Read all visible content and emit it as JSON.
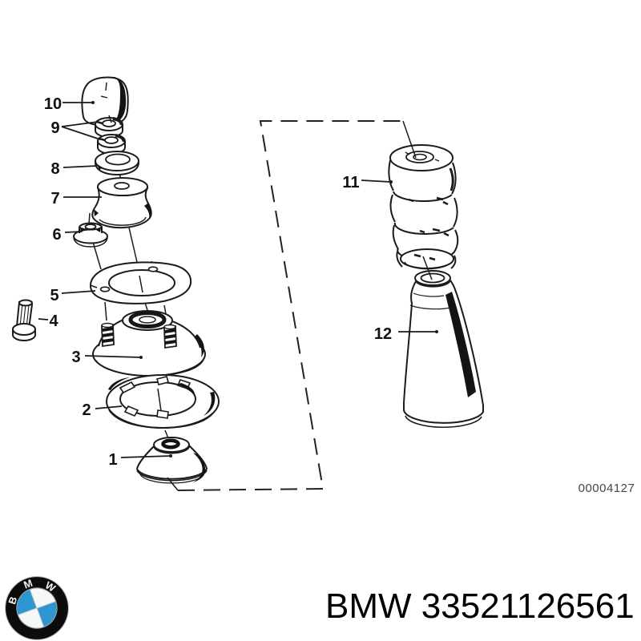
{
  "page": {
    "type": "exploded-parts-diagram",
    "background": "#ffffff",
    "ink": "#1b1b1b"
  },
  "diagram": {
    "drawing_number": "00004127",
    "callouts": {
      "c1": {
        "label": "1"
      },
      "c2": {
        "label": "2"
      },
      "c3": {
        "label": "3"
      },
      "c4": {
        "label": "4"
      },
      "c5": {
        "label": "5"
      },
      "c6": {
        "label": "6"
      },
      "c7": {
        "label": "7"
      },
      "c8": {
        "label": "8"
      },
      "c9": {
        "label": "9"
      },
      "c10": {
        "label": "10"
      },
      "c11": {
        "label": "11"
      },
      "c12": {
        "label": "12"
      }
    }
  },
  "footer": {
    "brand": "BMW",
    "part_number": "33521126561",
    "logo": {
      "icon": "bmw-roundel-icon",
      "letters": [
        "B",
        "M",
        "W"
      ],
      "colors": {
        "blue": "#2e96cf",
        "dark": "#0c0c0c",
        "light": "#f5f7f8"
      }
    }
  }
}
